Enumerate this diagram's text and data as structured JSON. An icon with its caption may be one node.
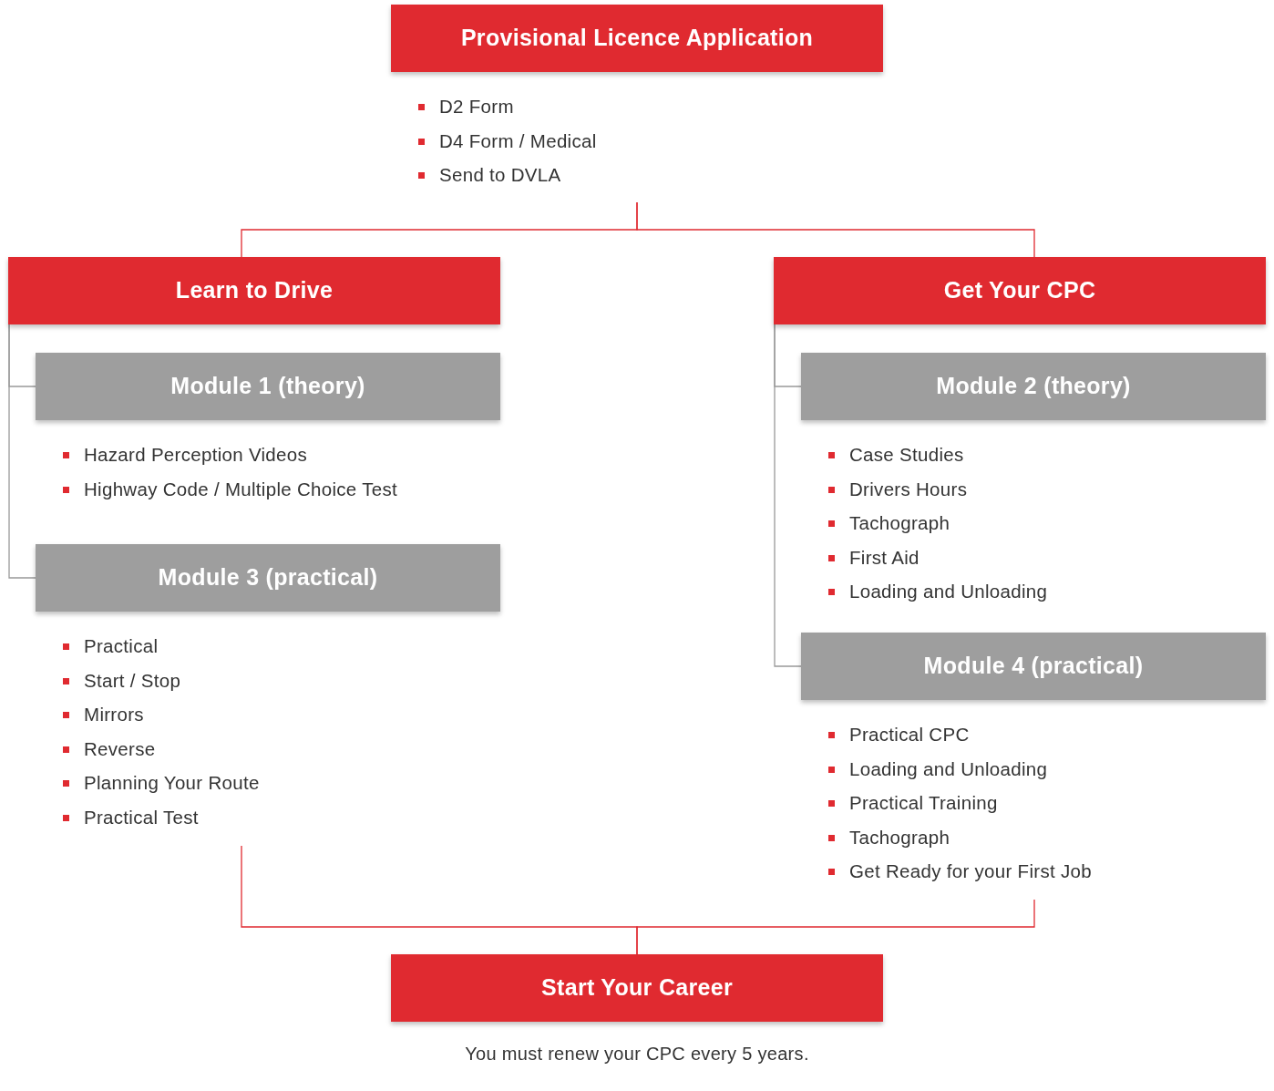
{
  "diagram": {
    "nodes": [
      {
        "text": [
          "Provisional Licence Application"
        ],
        "beside": [
          "D2 Form",
          "D4 Form / Medical",
          "Send to DVLA"
        ]
      },
      {
        "text": [
          "Learn to Drive"
        ]
      },
      {
        "text": [
          "Get Your CPC"
        ]
      },
      {
        "text": [
          "Module 1 (theory)"
        ],
        "beside": [
          "Hazard Perception Videos",
          "Highway Code / Multiple Choice Test"
        ]
      },
      {
        "text": [
          "Module 3 (practical)"
        ],
        "beside": [
          "Practical",
          "Start / Stop",
          "Mirrors",
          "Reverse",
          "Planning Your Route",
          "Practical Test"
        ]
      },
      {
        "text": [
          "Module 2 (theory)"
        ],
        "beside": [
          "Case Studies",
          "Drivers Hours",
          "Tachograph",
          "First Aid",
          "Loading and Unloading"
        ]
      },
      {
        "text": [
          "Module 4 (practical)"
        ],
        "beside": [
          "Practical CPC",
          "Loading and Unloading",
          "Practical Training",
          "Tachograph",
          "Get Ready for your First Job"
        ]
      },
      {
        "text": [
          "Start Your Career"
        ],
        "beside": [
          "You must renew your CPC every 5 years."
        ]
      }
    ],
    "edges": [
      {
        "from": 0,
        "to": 1,
        "arrow": "none"
      },
      {
        "from": 0,
        "to": 2,
        "arrow": "none"
      },
      {
        "from": 1,
        "to": 3,
        "arrow": "none",
        "color": "#999999"
      },
      {
        "from": 1,
        "to": 4,
        "arrow": "none",
        "color": "#999999"
      },
      {
        "from": 2,
        "to": 5,
        "arrow": "none",
        "color": "#999999"
      },
      {
        "from": 2,
        "to": 6,
        "arrow": "none",
        "color": "#999999"
      },
      {
        "from": 4,
        "to": 7,
        "arrow": "none"
      },
      {
        "from": 6,
        "to": 7,
        "arrow": "none"
      }
    ]
  }
}
